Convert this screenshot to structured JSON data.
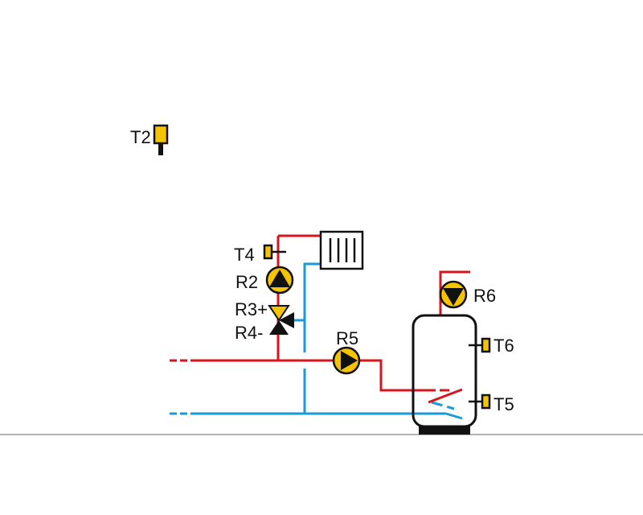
{
  "labels": {
    "t2": "T2",
    "t4": "T4",
    "r2": "R2",
    "r3": "R3+",
    "r4": "R4-",
    "r5": "R5",
    "r6": "R6",
    "t6": "T6",
    "t5": "T5"
  },
  "colors": {
    "hot_pipe": "#d8141d",
    "cold_pipe": "#1a9ad6",
    "pump_fill": "#f5c400",
    "outline": "#111111",
    "floor": "#9a9a9a"
  }
}
